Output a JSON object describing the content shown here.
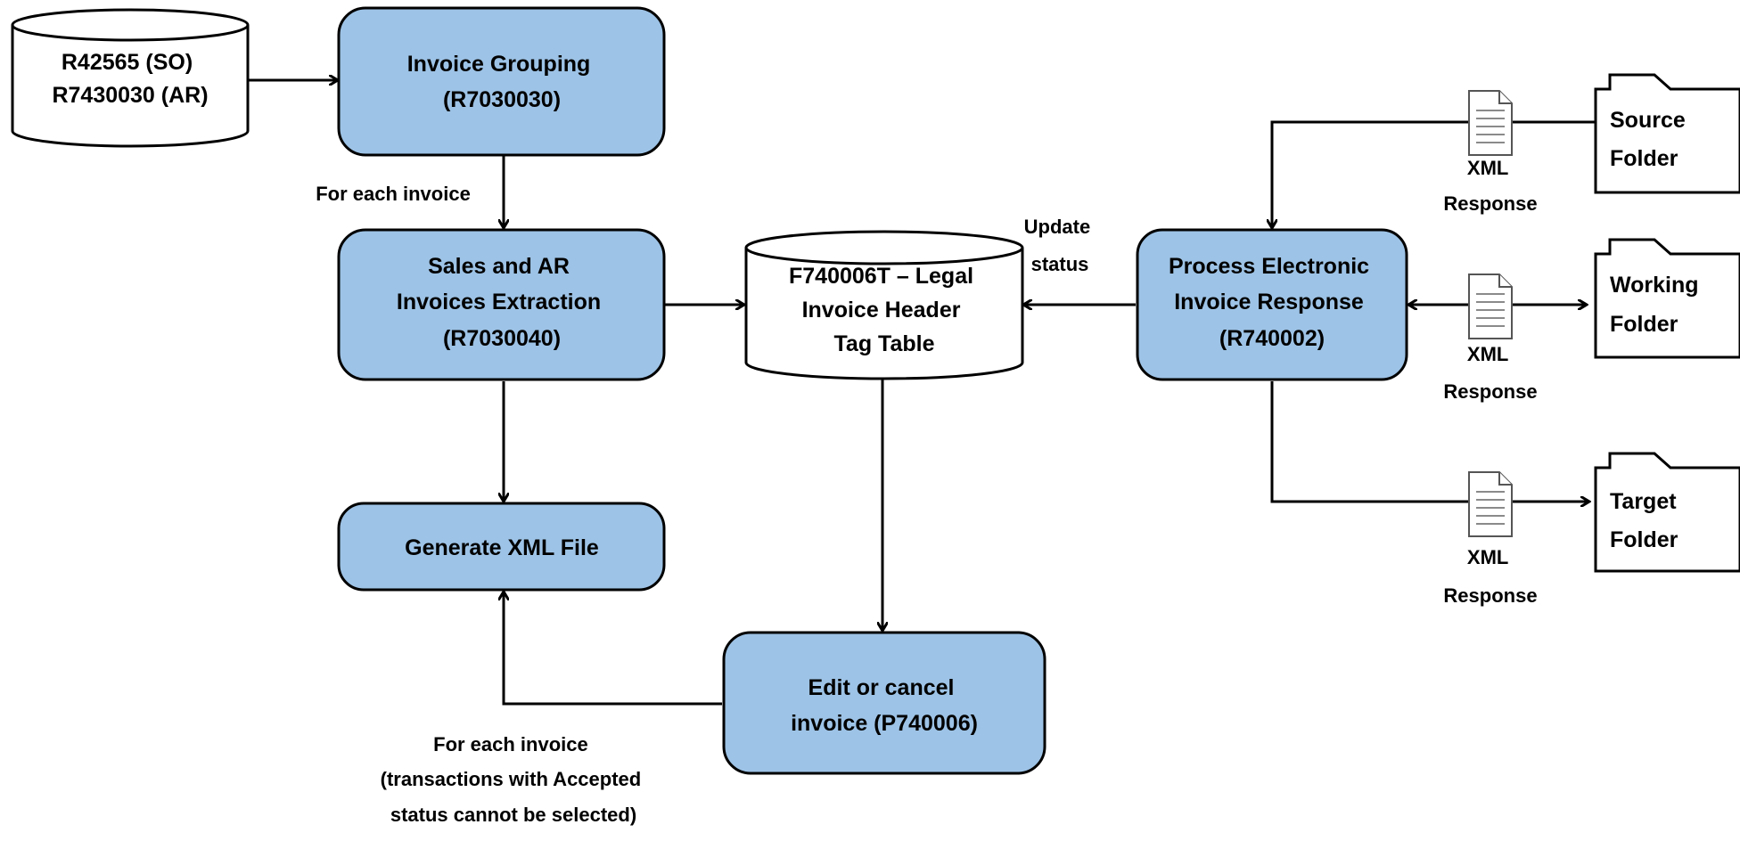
{
  "nodes": {
    "source_db": {
      "lines": [
        "R42565 (SO)",
        "R7430030  (AR)"
      ]
    },
    "invoice_grouping": {
      "lines": [
        "Invoice Grouping",
        "(R7030030)"
      ]
    },
    "extraction": {
      "lines": [
        "Sales and AR",
        "Invoices Extraction",
        "(R7030040)"
      ]
    },
    "generate_xml": {
      "lines": [
        "Generate XML File"
      ]
    },
    "tag_table": {
      "lines": [
        "F740006T – Legal",
        "Invoice Header",
        "Tag Table"
      ]
    },
    "edit_cancel": {
      "lines": [
        "Edit or cancel",
        "invoice (P740006)"
      ]
    },
    "process_response": {
      "lines": [
        "Process Electronic",
        "Invoice Response",
        "(R740002)"
      ]
    }
  },
  "folders": {
    "source": {
      "lines": [
        "Source",
        "Folder"
      ]
    },
    "working": {
      "lines": [
        "Working",
        "Folder"
      ]
    },
    "target": {
      "lines": [
        "Target",
        "Folder"
      ]
    }
  },
  "labels": {
    "for_each_invoice_top": "For each invoice",
    "update_status": [
      "Update",
      "status"
    ],
    "for_each_invoice_bottom": [
      "For each invoice",
      "(transactions with Accepted",
      "status cannot be selected)"
    ],
    "xml_response_1": [
      "XML",
      "Response"
    ],
    "xml_response_2": [
      "XML",
      "Response"
    ],
    "xml_response_3": [
      "XML",
      "Response"
    ]
  },
  "icons": {
    "document": "document-icon",
    "folder": "folder-icon",
    "database": "database-cylinder-icon"
  },
  "colors": {
    "process_fill": "#9dc3e6",
    "stroke": "#000000"
  }
}
